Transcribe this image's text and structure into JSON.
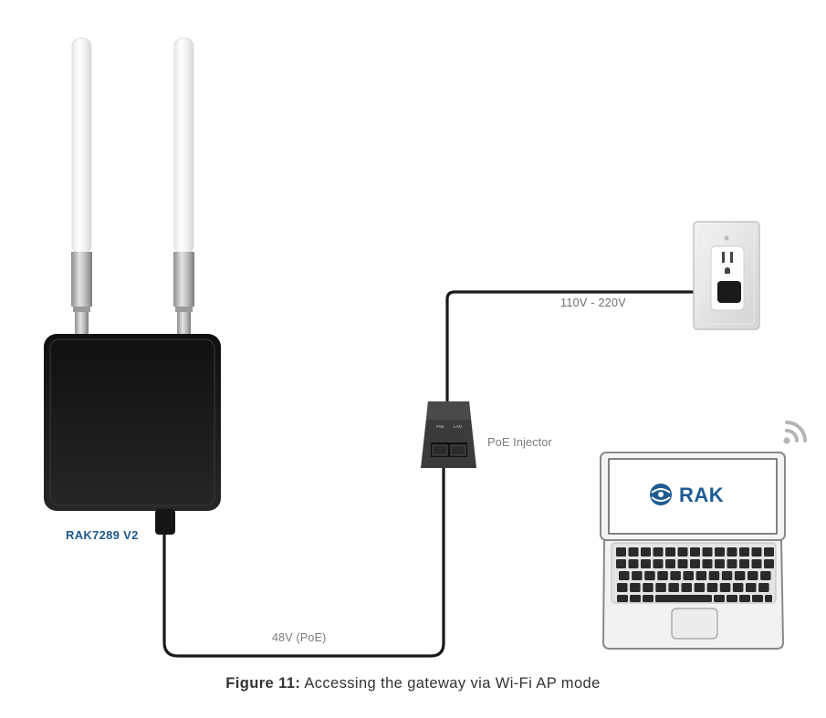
{
  "labels": {
    "gateway": "RAK7289 V2",
    "poe_injector": "PoE Injector",
    "mains_voltage": "110V - 220V",
    "poe_voltage": "48V (PoE)",
    "injector_port_poe": "PoE",
    "injector_port_lan": "LAN",
    "laptop_brand": "RAK"
  },
  "caption": {
    "prefix": "Figure 11:",
    "text": "Accessing the gateway via Wi-Fi AP mode"
  },
  "colors": {
    "gateway_label": "#1e5a8c",
    "brand": "#1d5c93",
    "cable": "#1a1a1a",
    "device_body": "#1b1b1b"
  }
}
